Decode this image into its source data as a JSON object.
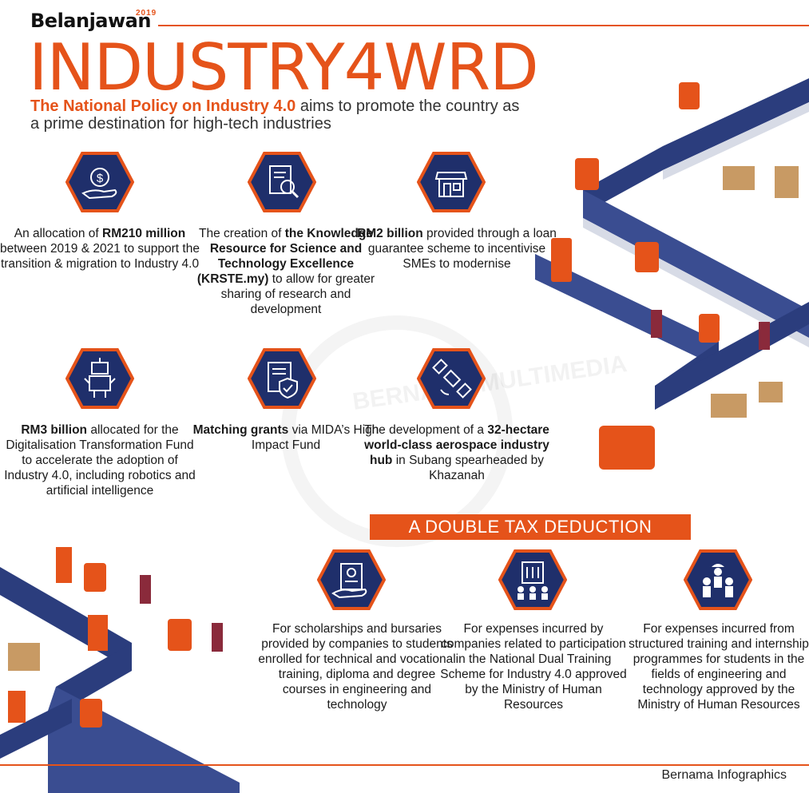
{
  "header": {
    "brand": "Belanjawan",
    "year": "2019",
    "title": "INDUSTRY4WRD",
    "intro_highlight": "The National Policy on Industry 4.0",
    "intro_rest": " aims to promote the country as a prime destination for high-tech industries"
  },
  "initiatives": [
    {
      "icon": "money-hand-icon",
      "parts": [
        {
          "t": "An allocation of ",
          "b": false
        },
        {
          "t": "RM210 million",
          "b": true
        },
        {
          "t": " between 2019 & 2021 to support the transition & migration to Industry 4.0",
          "b": false
        }
      ]
    },
    {
      "icon": "document-search-icon",
      "parts": [
        {
          "t": "The creation of ",
          "b": false
        },
        {
          "t": "the Knowledge Resource for Science and Technology Excellence (KRSTE.my)",
          "b": true
        },
        {
          "t": " to allow for greater sharing of research and development",
          "b": false
        }
      ]
    },
    {
      "icon": "shop-icon",
      "parts": [
        {
          "t": "RM2 billion",
          "b": true
        },
        {
          "t": " provided through a loan guarantee scheme to incentivise SMEs to modernise",
          "b": false
        }
      ]
    },
    {
      "icon": "robot-icon",
      "parts": [
        {
          "t": "RM3 billion",
          "b": true
        },
        {
          "t": " allocated for the Digitalisation Transformation Fund to accelerate the adoption of Industry 4.0, including robotics and artificial intelligence",
          "b": false
        }
      ]
    },
    {
      "icon": "shield-document-icon",
      "parts": [
        {
          "t": "Matching grants",
          "b": true
        },
        {
          "t": " via MIDA’s High Impact Fund",
          "b": false
        }
      ]
    },
    {
      "icon": "satellite-icon",
      "parts": [
        {
          "t": "The development of a ",
          "b": false
        },
        {
          "t": "32-hectare world-class aerospace industry hub",
          "b": true
        },
        {
          "t": " in Subang spearheaded by Khazanah",
          "b": false
        }
      ]
    }
  ],
  "tax": {
    "banner": "A DOUBLE TAX DEDUCTION",
    "items": [
      {
        "icon": "scholarship-card-icon",
        "text": "For scholarships and bursaries provided by companies to students enrolled for technical and vocational training, diploma and degree courses in engineering and technology"
      },
      {
        "icon": "company-building-icon",
        "text": "For expenses incurred by companies related to participation in the National Dual Training Scheme for Industry 4.0 approved by the Ministry of Human Resources"
      },
      {
        "icon": "trainees-group-icon",
        "text": "For expenses incurred from structured training and internship programmes for students in the fields of engineering and technology approved by the Ministry of Human Resources"
      }
    ]
  },
  "watermark": "BERNAMA MULTIMEDIA",
  "credit": "Bernama Infographics",
  "colors": {
    "accent": "#e5531a",
    "navy": "#1f2f6b",
    "belt": "#2b3d7d"
  }
}
